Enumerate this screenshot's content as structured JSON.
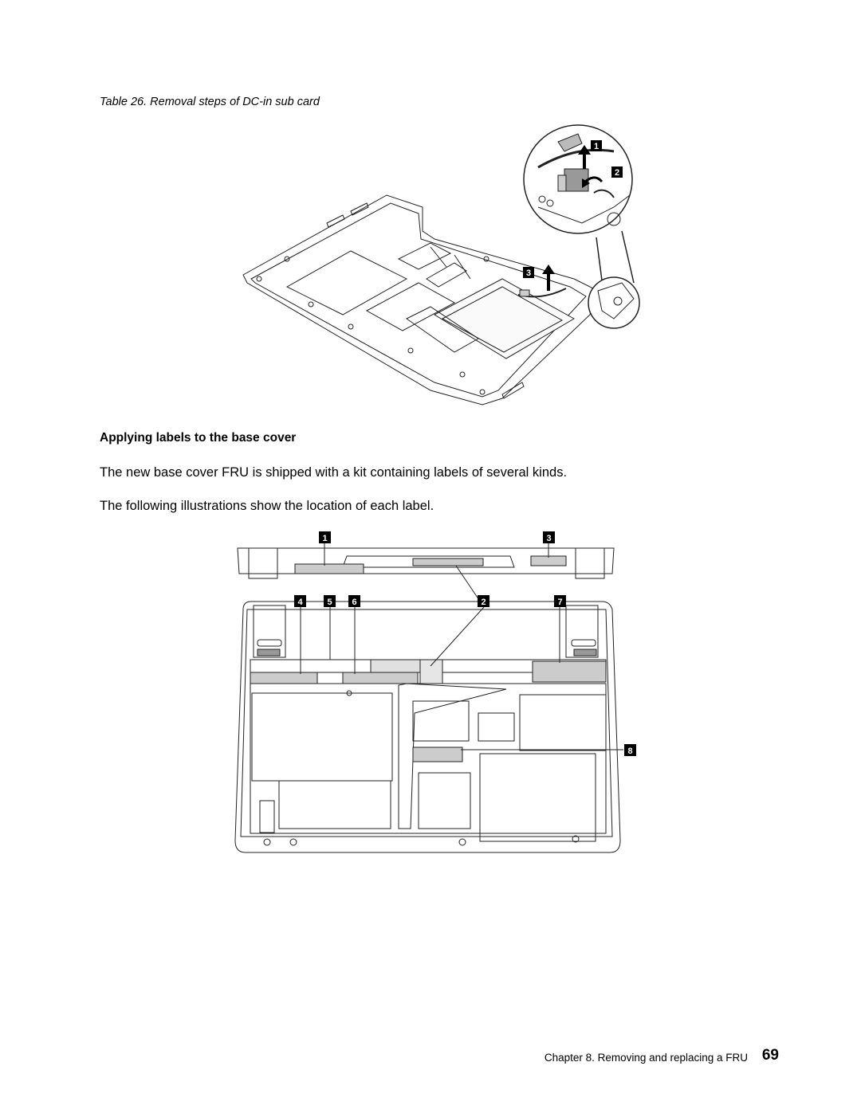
{
  "caption": "Table 26. Removal steps of DC-in sub card",
  "section_heading": "Applying labels to the base cover",
  "paragraphs": [
    "The new base cover FRU is shipped with a kit containing labels of several kinds.",
    "The following illustrations show the location of each label."
  ],
  "figure1_callouts": [
    "1",
    "2",
    "3"
  ],
  "figure2_callouts": [
    "1",
    "2",
    "3",
    "4",
    "5",
    "6",
    "7",
    "8"
  ],
  "footer": {
    "chapter_text": "Chapter 8. Removing and replacing a FRU",
    "page_number": "69"
  }
}
